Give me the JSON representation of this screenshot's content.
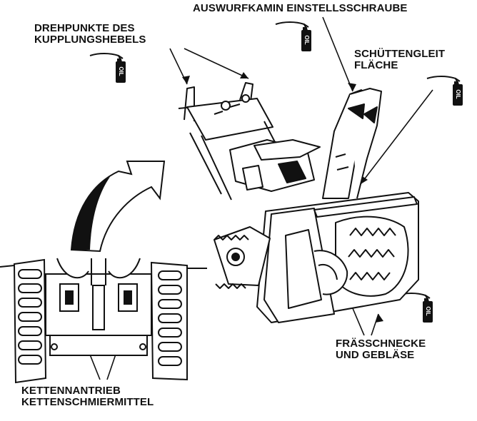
{
  "labels": {
    "chute_bolt": "AUSWURFKAMIN EINSTELLSSCHRAUBE",
    "clutch_pivot_1": "DREHPUNKTE DES",
    "clutch_pivot_2": "KUPPLUNGSHEBELS",
    "chute_slide_1": "SCHÜTTENGLEIT",
    "chute_slide_2": "FLÄCHE",
    "auger_1": "FRÄSSCHNECKE",
    "auger_2": "UND GEBLÄSE",
    "track_1": "KETTENNANTRIEB",
    "track_2": "KETTENSCHMIERMITTEL"
  },
  "oil_can_text": "OIL",
  "colors": {
    "ink": "#111111",
    "background": "#ffffff"
  },
  "icons": [
    "oil-can-icon",
    "rotate-arrow-icon"
  ]
}
